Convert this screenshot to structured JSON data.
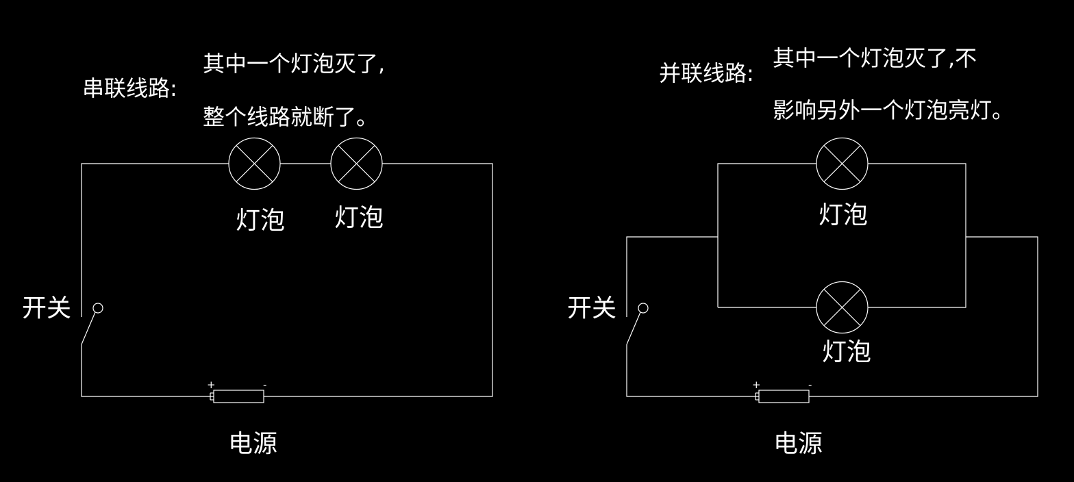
{
  "series": {
    "title": "串联线路:",
    "note_line1": "其中一个灯泡灭了,",
    "note_line2": "整个线路就断了。",
    "bulb_label": "灯泡",
    "switch_label": "开关",
    "source_label": "电源",
    "plus": "+",
    "minus": "-"
  },
  "parallel": {
    "title": "并联线路:",
    "note_line1": "其中一个灯泡灭了,不",
    "note_line2": "影响另外一个灯泡亮灯。",
    "bulb_label": "灯泡",
    "switch_label": "开关",
    "source_label": "电源",
    "plus": "+",
    "minus": "-"
  },
  "colors": {
    "background": "#000000",
    "line": "#ffffff"
  },
  "icons": [
    "lamp-icon",
    "switch-icon",
    "battery-icon"
  ]
}
